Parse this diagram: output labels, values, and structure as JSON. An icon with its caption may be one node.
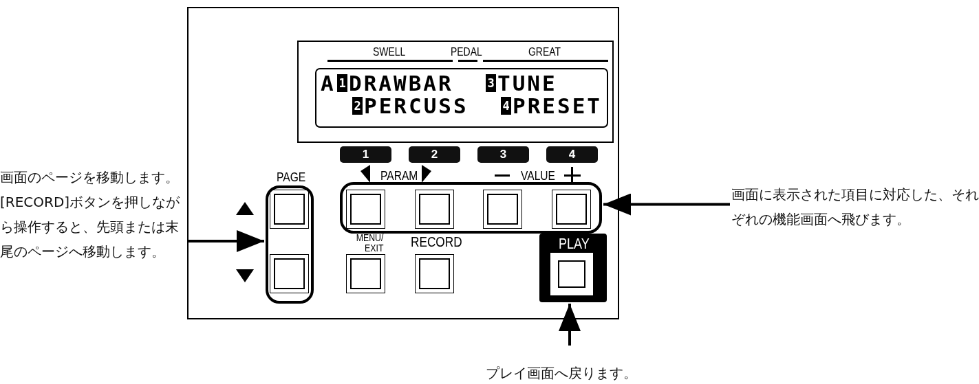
{
  "diagram": {
    "nodes": [
      {
        "text": [
          "画面のページを移動します。",
          "[RECORD]ボタンを押しながら操作すると、先頭または末尾のページへ移動します。"
        ]
      },
      {
        "text": [],
        "shape": "box"
      },
      {
        "text": [
          "画面に表示された項目に対応した、それぞれの機能画面へ飛びます。"
        ]
      },
      {
        "text": [],
        "shape": "box"
      },
      {
        "text": [
          "プレイ画面へ戻ります。"
        ]
      },
      {
        "text": [
          "PLAY"
        ]
      },
      {
        "text": [
          "A",
          "1",
          "DRAWBAR",
          "3",
          "TUNE",
          "2",
          "PERCUSS",
          "4",
          "PRESET"
        ]
      }
    ],
    "edges": [
      {
        "from": 0,
        "to": 1,
        "arrow": "to"
      },
      {
        "from": 2,
        "to": 3,
        "arrow": "to"
      },
      {
        "from": 4,
        "to": 5,
        "arrow": "to"
      }
    ],
    "labels": [
      "SWELL",
      "PEDAL",
      "GREAT",
      "1",
      "2",
      "3",
      "4",
      "PAGE",
      "PARAM",
      "VALUE",
      "MENU/ EXIT",
      "RECORD"
    ]
  }
}
